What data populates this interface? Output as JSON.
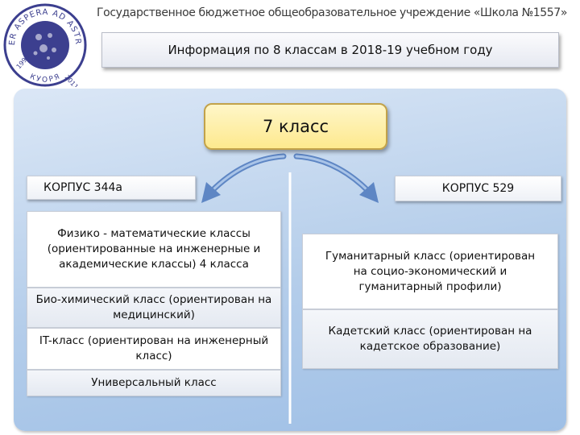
{
  "header": {
    "title": "Государственное бюджетное общеобразовательное учреждение «Школа №1557»",
    "logo": {
      "text_top": "PER ASPERA AD ASTRA",
      "text_bottom": "КУОРЯ",
      "year_left": "1994",
      "year_right": "2011"
    }
  },
  "banner": {
    "text": "Информация по 8 классам в 2018-19 учебном году"
  },
  "diagram": {
    "grade": "7 класс",
    "left_building": {
      "label": "КОРПУС 344а",
      "classes": [
        "Физико - математические классы (ориентированные на инженерные и академические классы) 4 класса",
        "Био-химический класс (ориентирован на медицинский)",
        "IT-класс (ориентирован на инженерный класс)",
        "Универсальный класс"
      ]
    },
    "right_building": {
      "label": "КОРПУС 529",
      "classes": [
        "Гуманитарный класс (ориентирован на социо-экономический и гуманитарный профили)",
        "Кадетский класс (ориентирован на кадетское образование)"
      ]
    }
  },
  "colors": {
    "panel": "#b4cdea",
    "grade_fill": "#fde98e",
    "grade_border": "#c2a24a",
    "logo": "#3c3f8f"
  }
}
